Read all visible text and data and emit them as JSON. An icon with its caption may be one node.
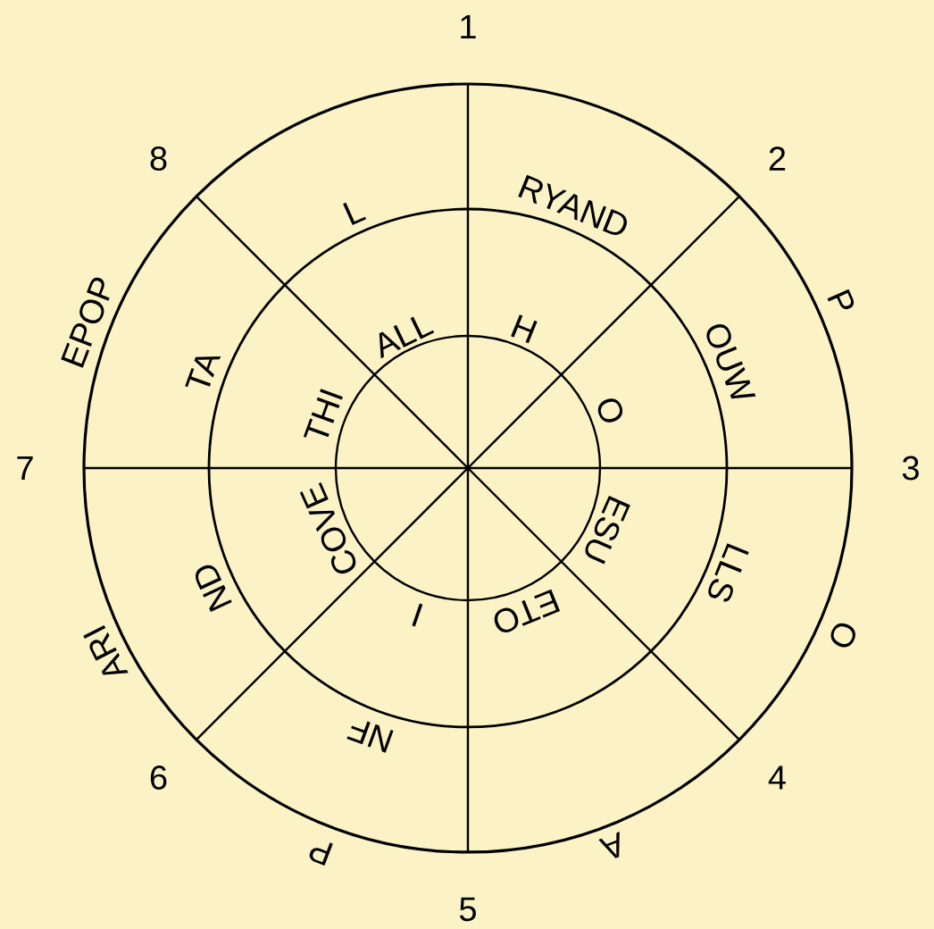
{
  "diagram": {
    "labels": [
      "1",
      "8",
      "2",
      "RYAND",
      "L",
      "EPOP",
      "TA",
      "ALL",
      "H",
      "P",
      "OUW",
      "THI",
      "O",
      "7",
      "3",
      "ESU",
      "COVE",
      "ND",
      "LLS",
      "ETO",
      "I",
      "ARI",
      "NF",
      "O",
      "6",
      "4",
      "P",
      "A",
      "5"
    ]
  }
}
